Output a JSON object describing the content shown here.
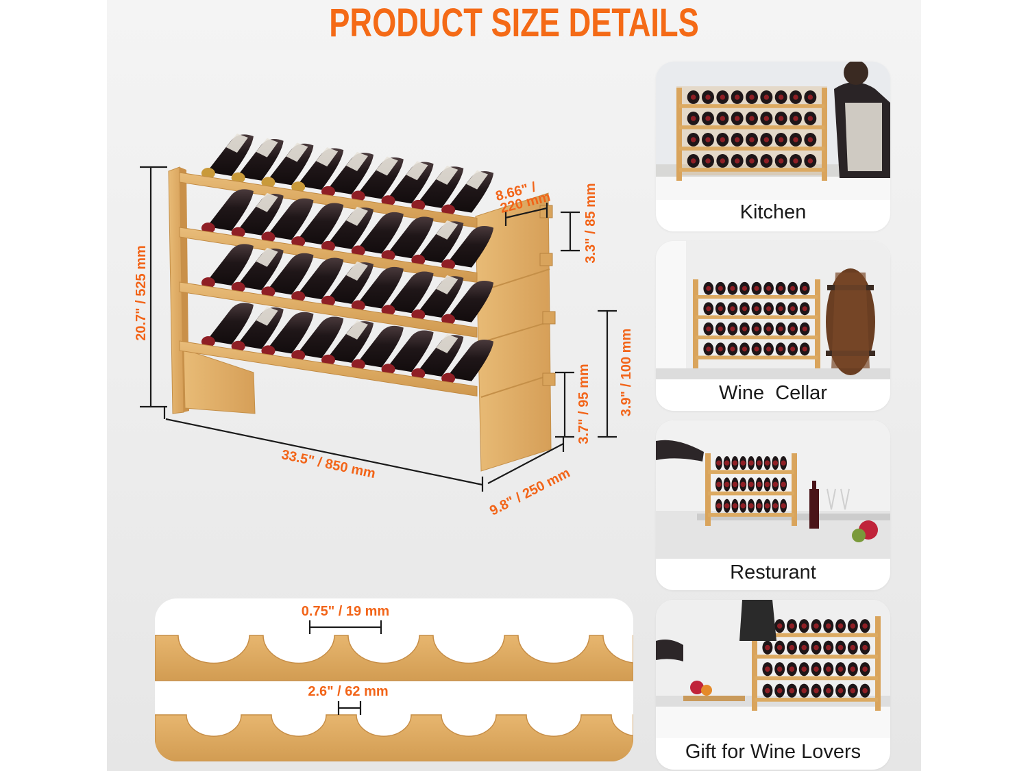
{
  "title": "PRODUCT SIZE DETAILS",
  "dimensions": {
    "height": "20.7\" / 525 mm",
    "length": "33.5\" / 850 mm",
    "depth": "9.8\" / 250 mm",
    "side_depth": "8.66\" /",
    "side_depth_mm": "220 mm",
    "shelf_gap": "3.3\" / 85 mm",
    "bottom_gap": "3.7\" / 95 mm",
    "base_height": "3.9\" / 100 mm",
    "slot_thickness": "0.75\" / 19 mm",
    "slot_width": "2.6\" / 62 mm"
  },
  "scenes": [
    {
      "label": "Kitchen",
      "icon": "kitchen-photo"
    },
    {
      "label": "Wine  Cellar",
      "icon": "wine-cellar-photo"
    },
    {
      "label": "Resturant",
      "icon": "restaurant-photo"
    },
    {
      "label": "Gift for Wine Lovers",
      "icon": "gift-photo"
    }
  ],
  "colors": {
    "accent": "#f46a16",
    "bamboo": "#e2b36e",
    "bottle": "#231a1c",
    "cap": "#8f1f25"
  }
}
